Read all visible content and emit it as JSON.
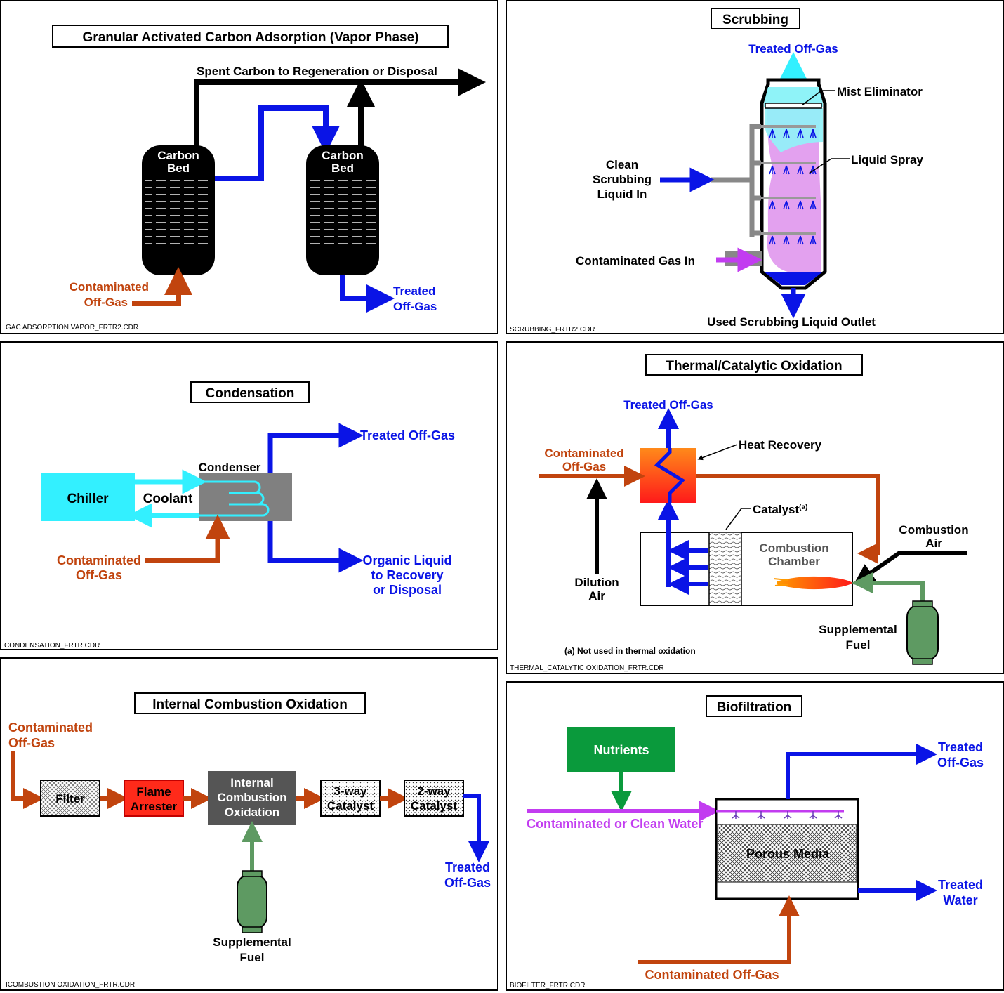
{
  "colors": {
    "red": "#c1440e",
    "blue": "#0a14e6",
    "cyan": "#33f0ff",
    "magenta": "#c23cf0",
    "green": "#0a9a3c",
    "fuel_green": "#5e9a62",
    "black": "#000000",
    "grey": "#808080"
  },
  "gac": {
    "title": "Granular Activated Carbon Adsorption (Vapor Phase)",
    "spent": "Spent Carbon to Regeneration or Disposal",
    "bed1_l1": "Carbon",
    "bed1_l2": "Bed",
    "bed2_l1": "Carbon",
    "bed2_l2": "Bed",
    "contam_l1": "Contaminated",
    "contam_l2": "Off-Gas",
    "treated_l1": "Treated",
    "treated_l2": "Off-Gas",
    "file": "GAC ADSORPTION VAPOR_FRTR2.CDR"
  },
  "scrub": {
    "title": "Scrubbing",
    "treated": "Treated Off-Gas",
    "mist": "Mist Eliminator",
    "spray": "Liquid Spray",
    "clean_l1": "Clean",
    "clean_l2": "Scrubbing",
    "clean_l3": "Liquid In",
    "contam": "Contaminated Gas In",
    "used": "Used Scrubbing Liquid Outlet",
    "file": "SCRUBBING_FRTR2.CDR"
  },
  "cond": {
    "title": "Condensation",
    "chiller": "Chiller",
    "coolant": "Coolant",
    "condenser": "Condenser",
    "treated": "Treated Off-Gas",
    "contam_l1": "Contaminated",
    "contam_l2": "Off-Gas",
    "organic_l1": "Organic Liquid",
    "organic_l2": "to Recovery",
    "organic_l3": "or Disposal",
    "file": "CONDENSATION_FRTR.CDR"
  },
  "thermal": {
    "title": "Thermal/Catalytic Oxidation",
    "treated": "Treated Off-Gas",
    "contam_l1": "Contaminated",
    "contam_l2": "Off-Gas",
    "heat": "Heat Recovery",
    "catalyst": "Catalyst",
    "catalyst_sup": "(a)",
    "comb_air_l1": "Combustion",
    "comb_air_l2": "Air",
    "chamber_l1": "Combustion",
    "chamber_l2": "Chamber",
    "dilution_l1": "Dilution",
    "dilution_l2": "Air",
    "fuel_l1": "Supplemental",
    "fuel_l2": "Fuel",
    "note": "(a) Not used in thermal oxidation",
    "file": "THERMAL_CATALYTIC OXIDATION_FRTR.CDR"
  },
  "ice": {
    "title": "Internal Combustion Oxidation",
    "contam_l1": "Contaminated",
    "contam_l2": "Off-Gas",
    "filter": "Filter",
    "flame_l1": "Flame",
    "flame_l2": "Arrester",
    "ico_l1": "Internal",
    "ico_l2": "Combustion",
    "ico_l3": "Oxidation",
    "cat3_l1": "3-way",
    "cat3_l2": "Catalyst",
    "cat2_l1": "2-way",
    "cat2_l2": "Catalyst",
    "treated_l1": "Treated",
    "treated_l2": "Off-Gas",
    "fuel_l1": "Supplemental",
    "fuel_l2": "Fuel",
    "file": "ICOMBUSTION OXIDATION_FRTR.CDR"
  },
  "bio": {
    "title": "Biofiltration",
    "nutrients": "Nutrients",
    "treated_gas_l1": "Treated",
    "treated_gas_l2": "Off-Gas",
    "water_in": "Contaminated or Clean Water",
    "media": "Porous Media",
    "treated_water_l1": "Treated",
    "treated_water_l2": "Water",
    "contam": "Contaminated Off-Gas",
    "file": "BIOFILTER_FRTR.CDR"
  }
}
